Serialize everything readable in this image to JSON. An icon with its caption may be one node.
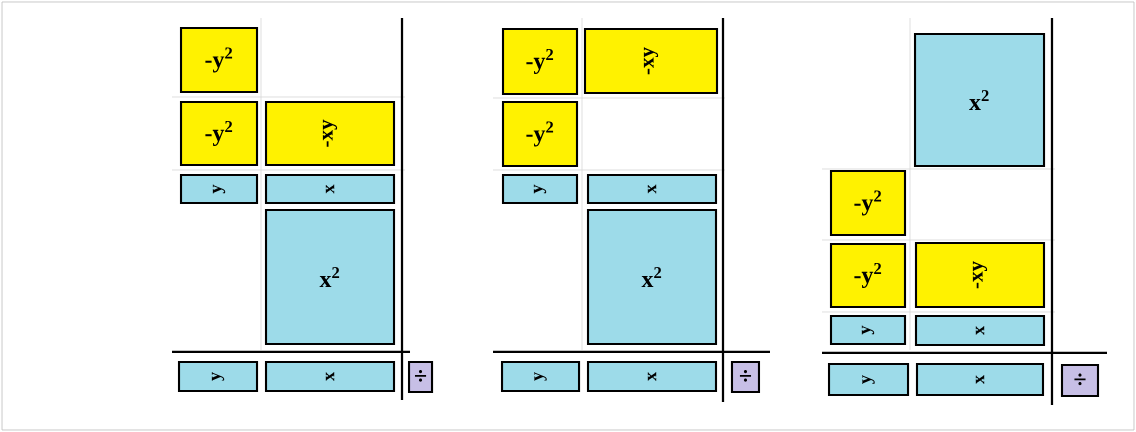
{
  "diagram": {
    "nodes": [
      {
        "text": [
          "-y$^{2}$"
        ]
      },
      {
        "text": [
          "-y$^{2}$"
        ]
      },
      {
        "text": [
          "-xy"
        ]
      },
      {
        "text": [
          "y"
        ]
      },
      {
        "text": [
          "x"
        ]
      },
      {
        "text": [
          "x$^{2}$"
        ]
      },
      {
        "text": [
          "y"
        ]
      },
      {
        "text": [
          "x"
        ]
      },
      {
        "text": [
          "÷"
        ]
      },
      {
        "text": [
          "-y$^{2}$"
        ]
      },
      {
        "text": [
          "-xy"
        ]
      },
      {
        "text": [
          "-y$^{2}$"
        ]
      },
      {
        "text": [
          "y"
        ]
      },
      {
        "text": [
          "x"
        ]
      },
      {
        "text": [
          "x$^{2}$"
        ]
      },
      {
        "text": [
          "y"
        ]
      },
      {
        "text": [
          "x"
        ]
      },
      {
        "text": [
          "÷"
        ]
      },
      {
        "text": [
          "x$^{2}$"
        ]
      },
      {
        "text": [
          "-y$^{2}$"
        ]
      },
      {
        "text": [
          "-y$^{2}$"
        ]
      },
      {
        "text": [
          "-xy"
        ]
      },
      {
        "text": [
          "y"
        ]
      },
      {
        "text": [
          "x"
        ]
      },
      {
        "text": [
          "y"
        ]
      },
      {
        "text": [
          "x"
        ]
      },
      {
        "text": [
          "÷"
        ]
      }
    ]
  }
}
